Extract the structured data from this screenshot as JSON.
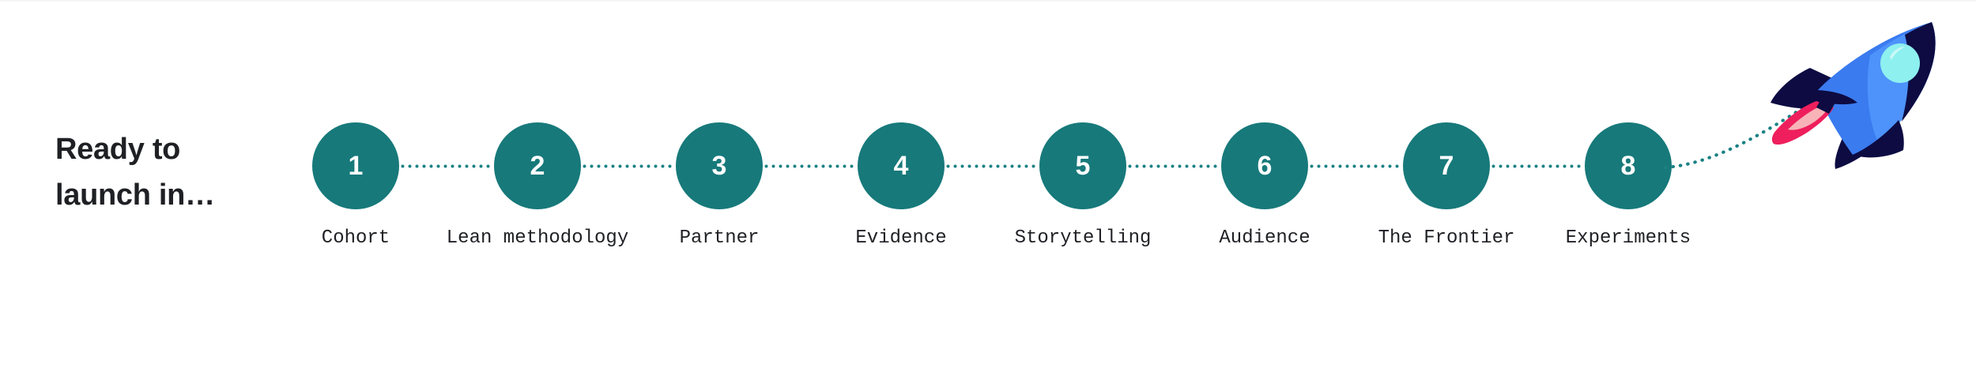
{
  "page": {
    "heading": "Ready to\nlaunch in…",
    "background_color": "#ffffff",
    "accent_color": "#17797a",
    "text_color": "#1f2024"
  },
  "progress": {
    "connector_color": "#1b8183",
    "circle_color": "#17797a",
    "circle_text_color": "#ffffff",
    "steps": [
      {
        "number": "1",
        "label": "Cohort"
      },
      {
        "number": "2",
        "label": "Lean methodology"
      },
      {
        "number": "3",
        "label": "Partner"
      },
      {
        "number": "4",
        "label": "Evidence"
      },
      {
        "number": "5",
        "label": "Storytelling"
      },
      {
        "number": "6",
        "label": "Audience"
      },
      {
        "number": "7",
        "label": "The Frontier"
      },
      {
        "number": "8",
        "label": "Experiments"
      }
    ]
  },
  "rocket": {
    "name": "rocket-illustration",
    "colors": {
      "nose_and_fins": "#0d0b42",
      "body": "#3a7bf0",
      "body_light": "#4d93fb",
      "window": "#8ef0ef",
      "window_highlight": "#c9f8f8",
      "flame_outer": "#ee1f5c",
      "flame_inner": "#f7b3b8"
    }
  }
}
